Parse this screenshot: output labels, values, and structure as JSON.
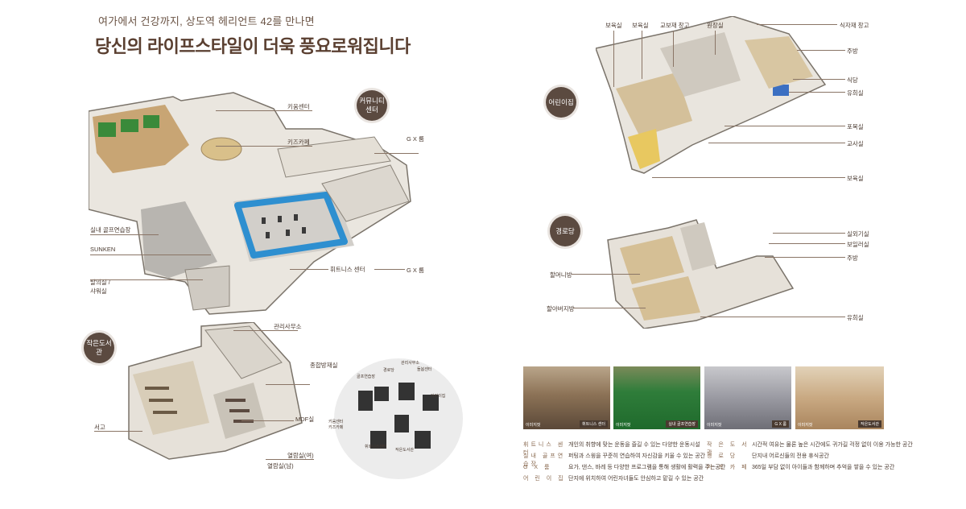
{
  "header": {
    "subtitle": "여가에서 건강까지, 상도역 헤리언트 42를 만나면",
    "title": "당신의 라이프스타일이 더욱 풍요로워집니다"
  },
  "badges": {
    "community": "커뮤니티\n센터",
    "library": "작은도서관",
    "daycare": "어린이집",
    "senior": "경로당"
  },
  "community_labels": {
    "kiosk": "키움센터",
    "kids_cafe": "키즈카페",
    "gx1": "G X 룸",
    "golf": "실내 골프연습장",
    "sunken": "SUNKEN",
    "locker": "탈의실 /\n샤워실",
    "fitness": "휘트니스 센터",
    "gx2": "G X 룸"
  },
  "library_labels": {
    "office": "관리사무소",
    "meeting": "종합방재실",
    "books": "서고",
    "mdf": "MDF실",
    "reading_m": "열람실(여)",
    "reading_f": "열람실(남)"
  },
  "site_map_labels": {
    "golf": "골프연습장",
    "gyeongro": "경로당",
    "office": "관리사무소",
    "daycare": "돌봄센터",
    "child": "어린이집",
    "kiosk_kids": "키움센터\n키즈카페",
    "fitness": "휘트니스센터",
    "library": "작은도서관"
  },
  "daycare_labels": {
    "b1": "보육실",
    "b2": "보육실",
    "teacher": "교보재 창고",
    "director": "원장실",
    "pantry": "식자재 창고",
    "kitchen": "주방",
    "dining": "식당",
    "play": "유희실",
    "nursing": "포복실",
    "teachers": "교사실",
    "b3": "보육실"
  },
  "senior_labels": {
    "grandma": "할머니방",
    "grandpa": "할아버지방",
    "lounge": "실외기실",
    "boiler": "보일러실",
    "kitchen": "주방",
    "play": "유희실"
  },
  "photos": [
    {
      "caption": "휘트니스 센터",
      "note": "이미지컷"
    },
    {
      "caption": "실내 골프연습장",
      "note": "이미지컷"
    },
    {
      "caption": "G X 룸",
      "note": "이미지컷"
    },
    {
      "caption": "작은도서관",
      "note": "이미지컷"
    }
  ],
  "legend_left": [
    {
      "k": "휘트니스 센터",
      "v": "개인의 취향에 맞는 운동을 즐길 수 있는 다양한 운동시설"
    },
    {
      "k": "실내 골프연습장",
      "v": "퍼팅과 스윙을 꾸준히 연습하여 자신감을 키울 수 있는 공간"
    },
    {
      "k": "G X 룸",
      "v": "요가, 댄스, 바레 등 다양한 프로그램을 통해 생활에 활력을 주는공간"
    },
    {
      "k": "어 린 이 집",
      "v": "단지에 위치하여 어린자녀들도 안심하고 맡길 수 있는 공간"
    }
  ],
  "legend_right": [
    {
      "k": "작 은 도 서 관",
      "v": "시간적 여유는 물론 높은 시간에도 귀가길 걱정 없이 이용 가능한 공간"
    },
    {
      "k": "경 로 당",
      "v": "단지내 어르신들의 전용 휴식공간"
    },
    {
      "k": "키 즈 카 페",
      "v": "365일 부담 없이 아이들과 함께하며 추억을 쌓을 수 있는 공간"
    }
  ],
  "colors": {
    "brand_brown": "#5b4a40",
    "pool_blue": "#2e8fd0",
    "golf_green": "#3a8a3a"
  }
}
